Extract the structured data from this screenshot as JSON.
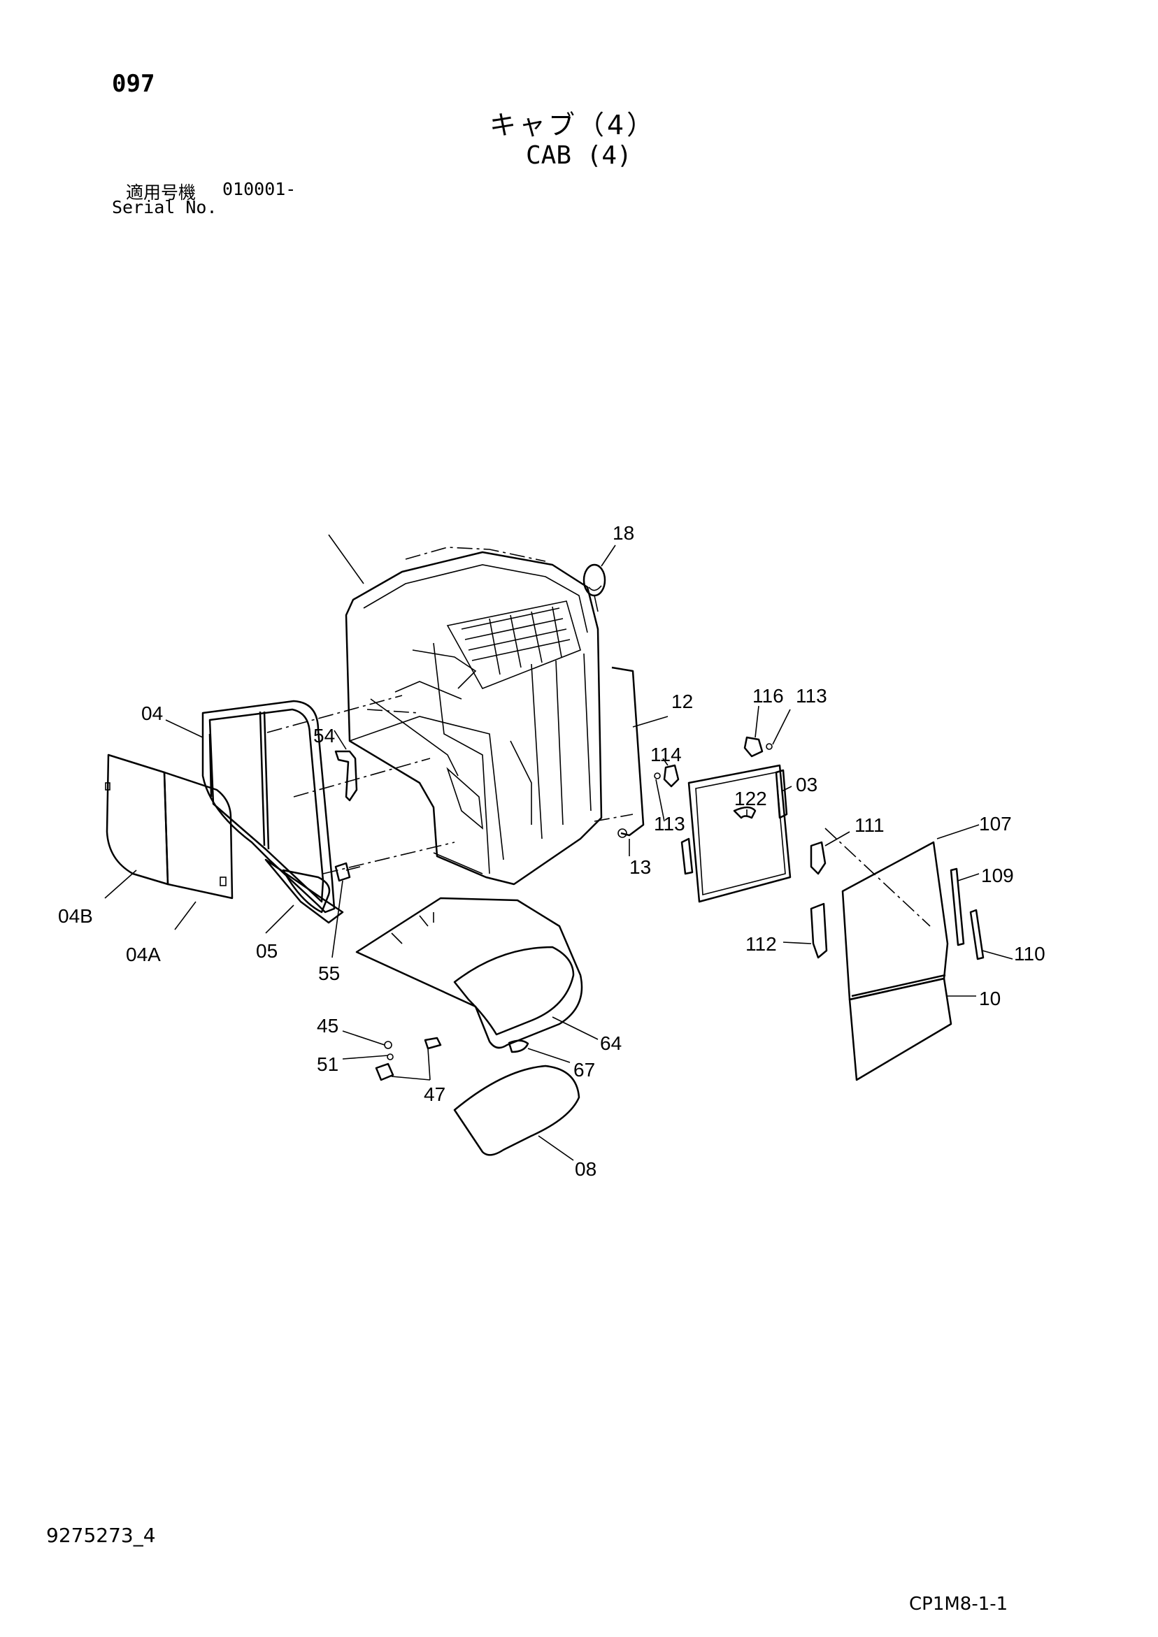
{
  "header": {
    "page_number": "097",
    "title_jp": "キャブ（4）",
    "title_en": "CAB (4)",
    "serial_label_jp": "適用号機",
    "serial_range": "010001-",
    "serial_label_en": "Serial No."
  },
  "footer": {
    "drawing_number": "9275273_4",
    "sheet_code": "CP1M8-1-1"
  },
  "callouts": {
    "c03": "03",
    "c04": "04",
    "c04A": "04A",
    "c04B": "04B",
    "c05": "05",
    "c08": "08",
    "c10": "10",
    "c12": "12",
    "c13": "13",
    "c18": "18",
    "c45": "45",
    "c47": "47",
    "c51": "51",
    "c54": "54",
    "c55": "55",
    "c64": "64",
    "c67": "67",
    "c107": "107",
    "c109": "109",
    "c110": "110",
    "c111": "111",
    "c112": "112",
    "c113a": "113",
    "c113b": "113",
    "c114": "114",
    "c116": "116",
    "c122": "122"
  }
}
